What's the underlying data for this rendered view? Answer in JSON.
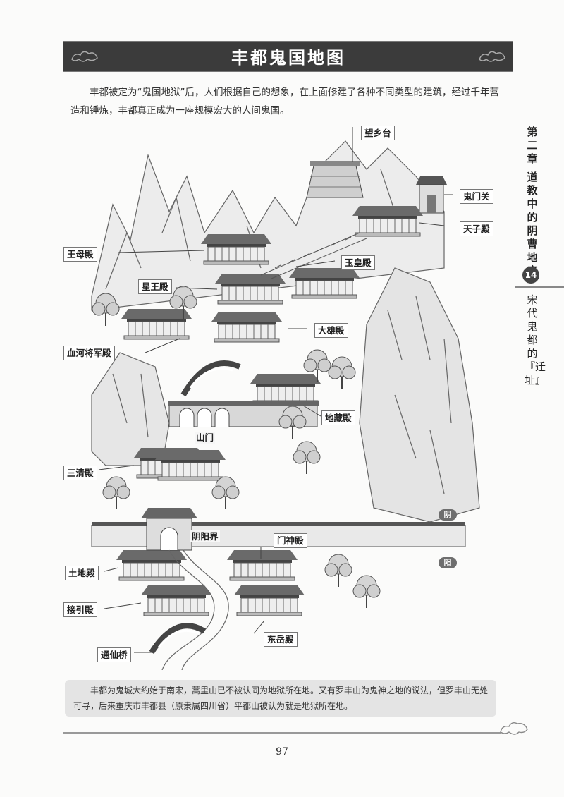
{
  "header": {
    "title": "丰都鬼国地图"
  },
  "intro": "丰都被定为“鬼国地狱”后，人们根据自己的想象，在上面修建了各种不同类型的建筑，经过千年营造和锤炼，丰都真正成为一座规模宏大的人间鬼国。",
  "sidebar": {
    "chapter_num": "第二章",
    "chapter_title": "道教中的阴曹地府",
    "page_badge": "14",
    "section_title": "宋代鬼都的『迁址』"
  },
  "labels": {
    "wangxiangtai": "望乡台",
    "guimenguan": "鬼门关",
    "tianzidian": "天子殿",
    "wangmudian": "王母殿",
    "yuhuangdian": "玉皇殿",
    "xingwangdian": "星王殿",
    "daxiongdian": "大雄殿",
    "xuehejiangjundian": "血河将军殿",
    "dizangdian": "地藏殿",
    "shanmen": "山门",
    "sanqingdian": "三清殿",
    "yin": "阴",
    "yinyangjie": "阴阳界",
    "menshendian": "门神殿",
    "yang": "阳",
    "tudidian": "土地殿",
    "jieyindian": "接引殿",
    "dongyuedian": "东岳殿",
    "tongxianqiao": "通仙桥"
  },
  "note": "丰都为鬼城大约始于南宋，蒿里山已不被认同为地狱所在地。又有罗丰山为鬼神之地的说法，但罗丰山无处可寻，后来重庆市丰都县（原隶属四川省）平都山被认为就是地狱所在地。",
  "footer": {
    "page_number": "97"
  }
}
